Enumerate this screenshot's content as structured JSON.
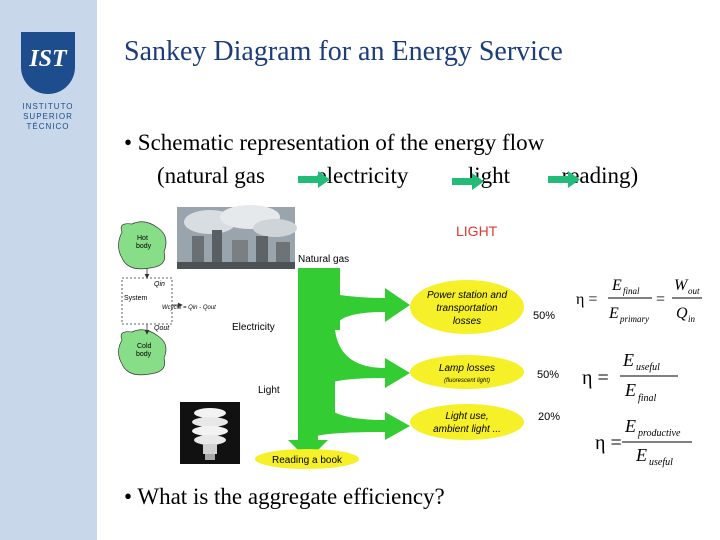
{
  "header": {
    "title": "Sankey Diagram for an Energy Service",
    "logo_lines": [
      "INSTITUTO",
      "SUPERIOR",
      "TÉCNICO"
    ]
  },
  "bullets": {
    "first_line1": "• Schematic representation of the energy flow",
    "flow_steps": [
      "(natural gas",
      "electricity",
      "light",
      "reading)"
    ],
    "second": "• What is the aggregate efficiency?"
  },
  "diagram": {
    "light_heading": "LIGHT",
    "natural_gas_label": "Natural gas",
    "electricity_label": "Electricity",
    "light_label": "Light",
    "loss_boxes": [
      {
        "text_lines": [
          "Power station and",
          "transportation",
          "losses"
        ],
        "percent": "50%"
      },
      {
        "text_lines": [
          "Lamp losses"
        ],
        "sub": "(fluorescent light)",
        "percent": "50%"
      },
      {
        "text_lines": [
          "Light use,",
          "ambient light ..."
        ],
        "percent": "20%"
      }
    ],
    "final_box": "Reading a book",
    "heat_engine": {
      "hot": [
        "Hot",
        "body"
      ],
      "cold": [
        "Cold",
        "body"
      ],
      "system": "System",
      "q_in": "Qin",
      "q_out": "Qout",
      "w_cycle": "Wcycle = Qin - Qout"
    }
  },
  "equations": {
    "eq1": {
      "eta": "η =",
      "num1": "E",
      "sub_num1": "final",
      "den1": "E",
      "sub_den1": "primary",
      "num2": "W",
      "sub_num2": "out",
      "den2": "Q",
      "sub_den2": "in"
    },
    "eq2": {
      "eta": "η =",
      "num": "E",
      "sub_num": "useful",
      "den": "E",
      "sub_den": "final"
    },
    "eq3": {
      "eta": "η =",
      "num": "E",
      "sub_num": "productive",
      "den": "E",
      "sub_den": "useful"
    }
  },
  "colors": {
    "sidebar": "#c9d7ea",
    "title": "#1b3d7a",
    "sankey_green": "#33cc33",
    "box_yellow": "#f5f028",
    "light_red": "#e03a2e",
    "flow_arrow": "#22bb77",
    "heat_blob": "#88dd88"
  }
}
